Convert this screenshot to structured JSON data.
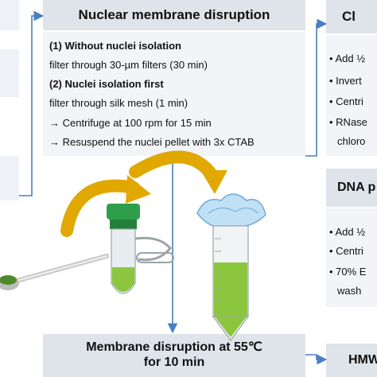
{
  "center": {
    "header": "Nuclear membrane disruption",
    "lines": [
      "(1)  Without nuclei isolation",
      "filter through 30-µm filters (30 min)",
      "(2) Nuclei isolation first",
      "filter through silk mesh (1 min)",
      "→  Centrifuge at 100 rpm for 15 min",
      "→  Resuspend the nuclei pellet with 3x CTAB"
    ],
    "bottom": [
      "Membrane disruption at 55℃",
      "for 10 min"
    ]
  },
  "right_top": {
    "header": "Cl",
    "items": [
      "Add ½",
      "Invert",
      "Centri",
      "RNase",
      "chloro"
    ]
  },
  "right_mid": {
    "header": "DNA p",
    "items": [
      "Add ½",
      "Centri",
      "70% E",
      "wash"
    ]
  },
  "right_bottom": {
    "header": "HMW"
  },
  "colors": {
    "header_bg": "#dfe3ea",
    "panel_bg": "#f2f4f7",
    "arrow_gold": "#e0a800",
    "connector_blue": "#4a7fc1",
    "tube_green": "#2f9e4b",
    "liquid_green": "#8cc63f"
  }
}
